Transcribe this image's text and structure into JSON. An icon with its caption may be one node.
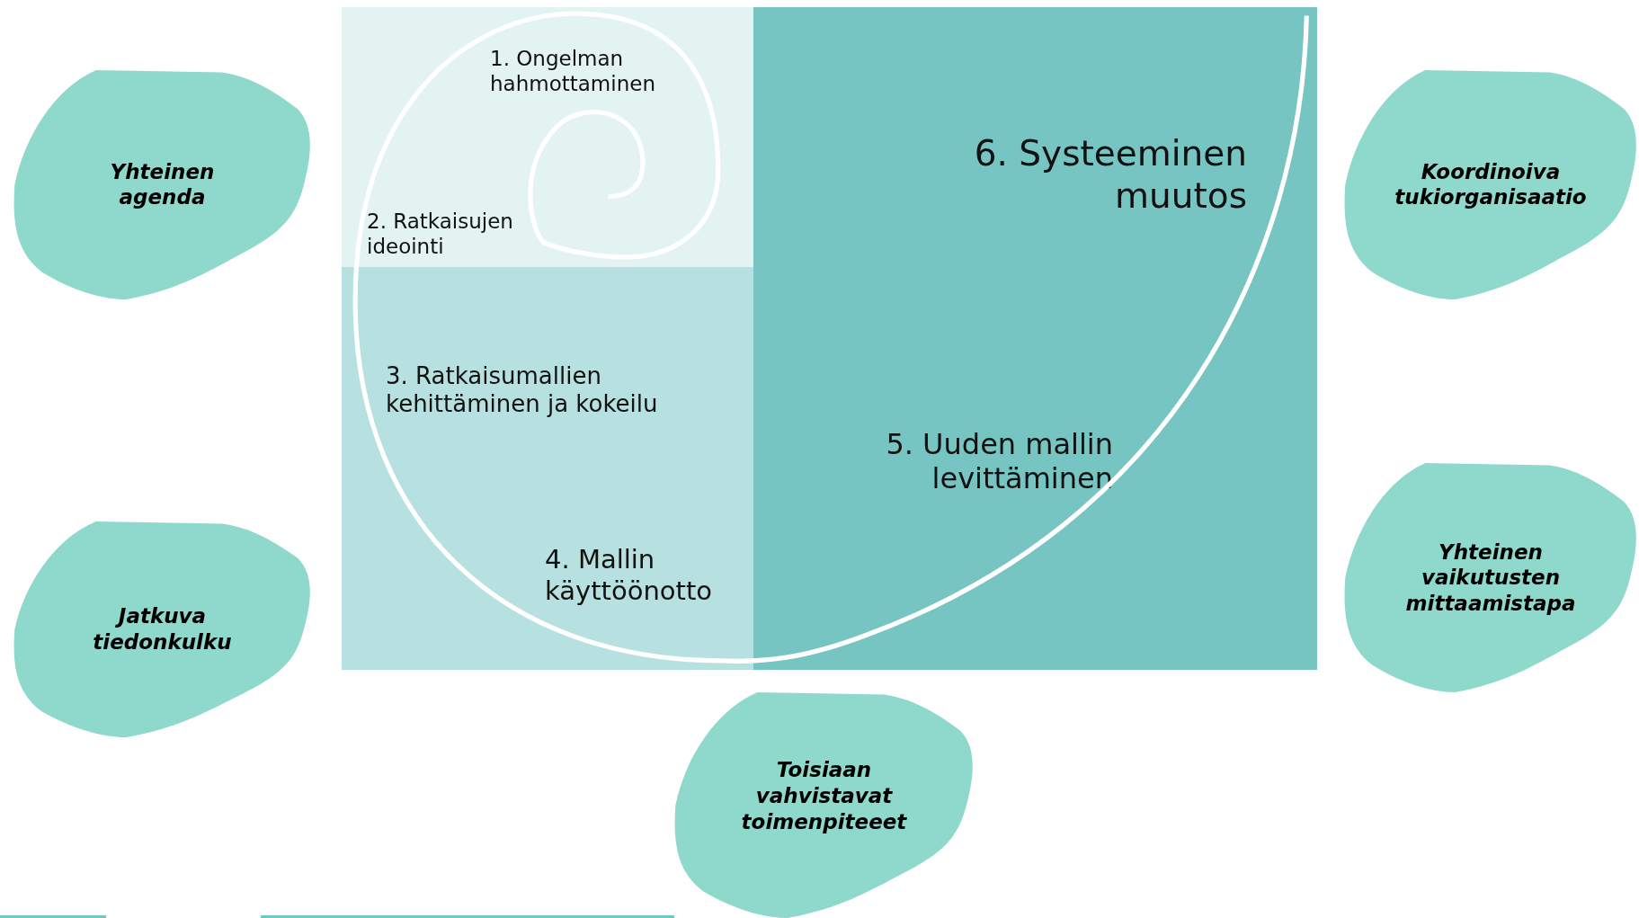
{
  "diagram": {
    "nodes": [
      {
        "text": [
          "1. Ongelman hahmottaminen",
          "2. Ratkaisujen ideointi"
        ]
      },
      {
        "text": [
          "3. Ratkaisumallien kehittäminen ja kokeilu",
          "4. Mallin käyttöönotto"
        ]
      },
      {
        "text": [
          "6. Systeeminen muutos",
          "5. Uuden mallin levittäminen"
        ]
      },
      {
        "text": [
          "Yhteinen agenda"
        ]
      },
      {
        "text": [
          "Koordinoiva tukiorganisaatio"
        ]
      },
      {
        "text": [
          "Jatkuva tiedonkulku"
        ]
      },
      {
        "text": [
          "Yhteinen vaikutusten mittaamistapa"
        ]
      },
      {
        "text": [
          "Toisiaan vahvistavat toimenpiteeet"
        ]
      }
    ]
  }
}
